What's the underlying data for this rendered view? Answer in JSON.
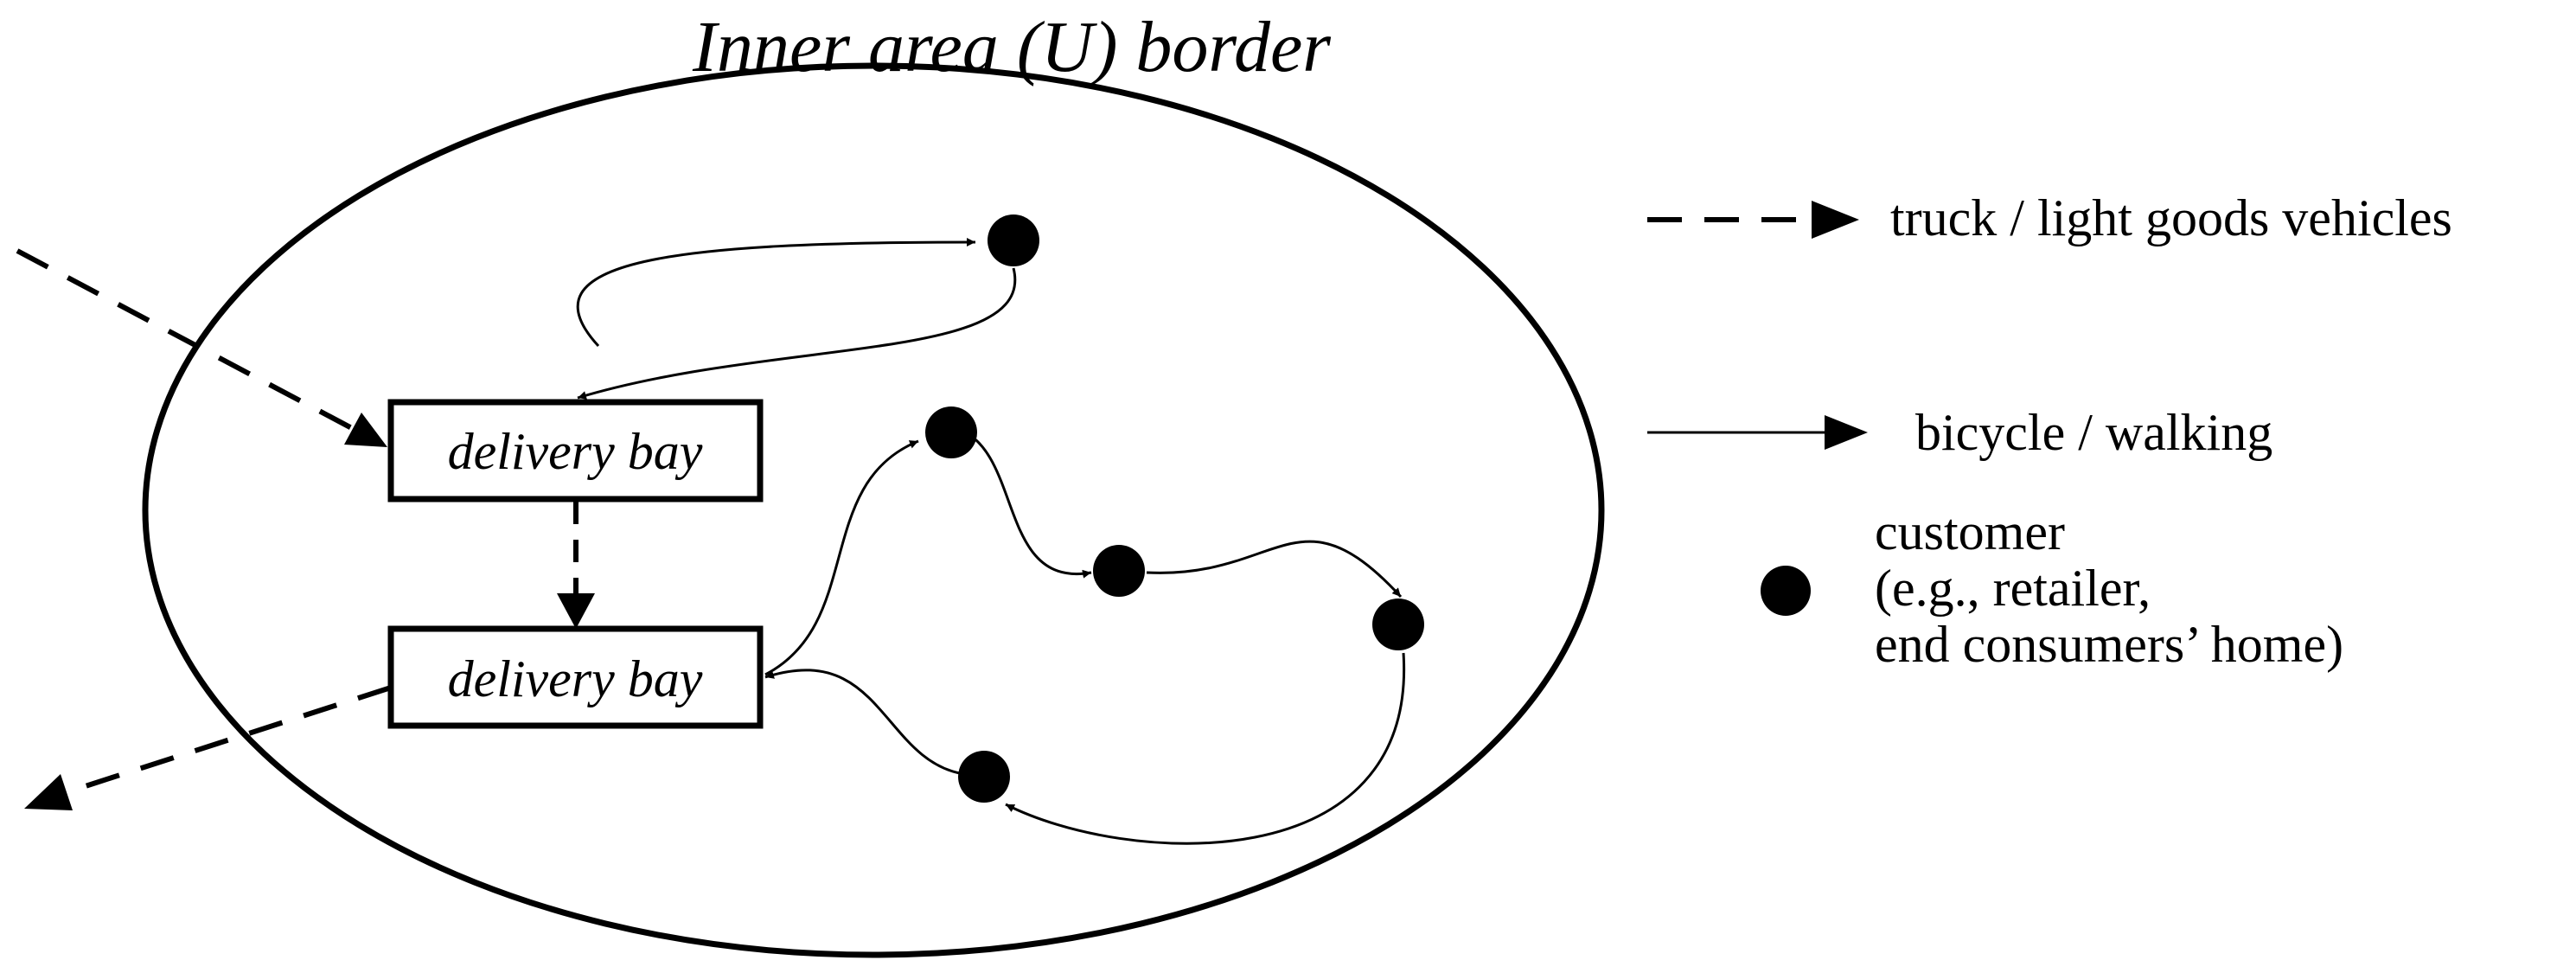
{
  "diagram": {
    "title": "Inner area (U) border",
    "bays": [
      {
        "label": "delivery bay"
      },
      {
        "label": "delivery bay"
      }
    ],
    "legend": {
      "truck_label": "truck / light goods vehicles",
      "bike_label": "bicycle / walking",
      "customer_lines": [
        "customer",
        "(e.g., retailer,",
        "end consumers’ home)"
      ]
    },
    "colors": {
      "ink": "#000000",
      "background": "#ffffff"
    }
  }
}
